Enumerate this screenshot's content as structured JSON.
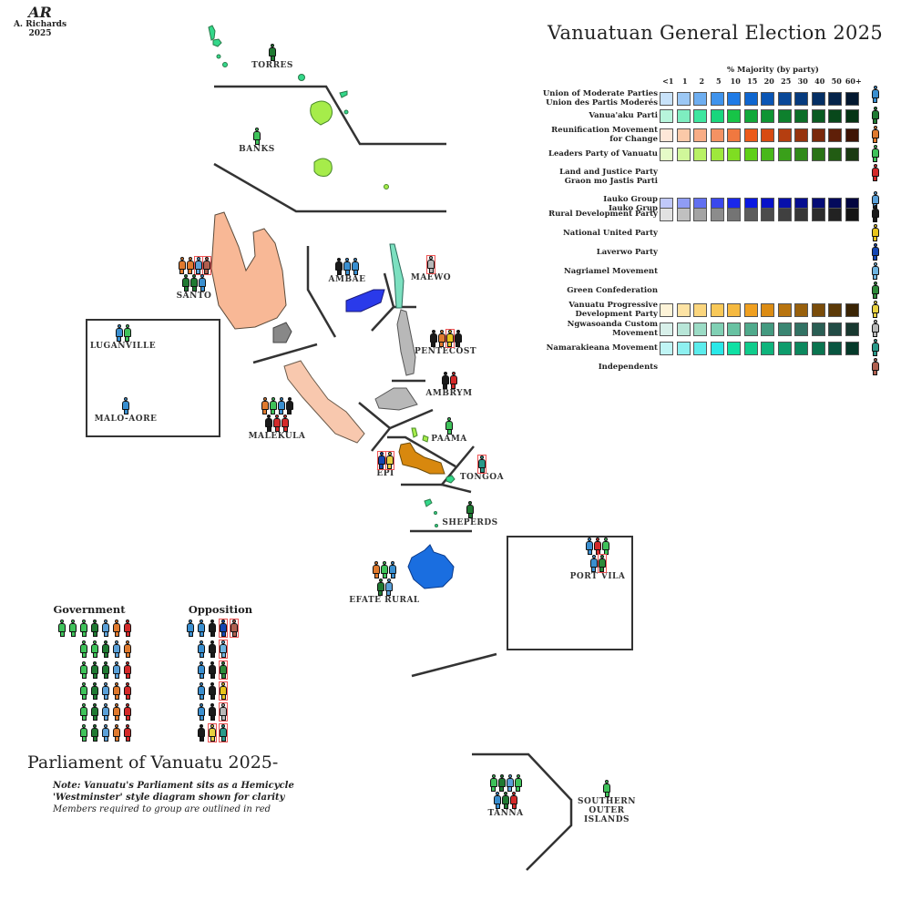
{
  "signature": {
    "monogram": "AR",
    "byline": "A. Richards 2025"
  },
  "title": "Vanuatuan General Election 2025",
  "legend": {
    "heading": "% Majority (by party)",
    "ticks": [
      "<1",
      "1",
      "2",
      "5",
      "10",
      "15",
      "20",
      "25",
      "30",
      "40",
      "50",
      "60+"
    ],
    "parties": [
      {
        "name": "Union of Moderate Parties",
        "alt": "Union des Partis Moderés",
        "color": "#3a8fd0",
        "ramp": [
          "#c8e2fa",
          "#9cc8f5",
          "#6eaef0",
          "#3f93ec",
          "#1f7be6",
          "#0f66cf",
          "#0b56b5",
          "#094898",
          "#073b7e",
          "#052f64",
          "#04234a",
          "#031830"
        ]
      },
      {
        "name": "Vanua'aku Parti",
        "alt": "",
        "color": "#1f7a32",
        "ramp": [
          "#b8f5dc",
          "#7eedc0",
          "#3fe6a0",
          "#19d67d",
          "#17c447",
          "#12a83a",
          "#0f9433",
          "#0e802d",
          "#0c6e28",
          "#0a5b22",
          "#08481b",
          "#053414"
        ]
      },
      {
        "name": "Reunification Movement for Change",
        "alt": "",
        "color": "#e07a2e",
        "ramp": [
          "#fde7d8",
          "#fbc9a8",
          "#f8ad86",
          "#f49263",
          "#f07840",
          "#ec5a1a",
          "#d74a12",
          "#b53e10",
          "#96330d",
          "#7a290b",
          "#5f1f08",
          "#3e1405"
        ]
      },
      {
        "name": "Leaders Party of Vanuatu",
        "alt": "",
        "color": "#3fc25a",
        "ramp": [
          "#e6fbc8",
          "#d0f79a",
          "#b8f165",
          "#9ee83c",
          "#7fdd22",
          "#5fcf18",
          "#48b81a",
          "#3aa01a",
          "#318a19",
          "#2a7316",
          "#225c13",
          "#1a3a12"
        ]
      },
      {
        "name": "Land and Justice Party",
        "alt": "Graon mo Jastis Parti",
        "color": "#d42a2a",
        "ramp": []
      },
      {
        "name": "Iauko Group",
        "alt": "Iauko Grup",
        "color": "#5aa0d8",
        "ramp": [
          "#c0c8fa",
          "#8f9cf5",
          "#6270f0",
          "#3a48ec",
          "#1a28ea",
          "#0a18e0",
          "#0812c8",
          "#0710aa",
          "#060e90",
          "#050c76",
          "#040a5c",
          "#030640"
        ]
      },
      {
        "name": "Rural Development Party",
        "alt": "",
        "color": "#1a1a1a",
        "ramp": [
          "#e2e2e2",
          "#c0c0c0",
          "#a4a4a4",
          "#8c8c8c",
          "#747474",
          "#5c5c5c",
          "#4c4c4c",
          "#404040",
          "#363636",
          "#2c2c2c",
          "#222222",
          "#141414"
        ]
      },
      {
        "name": "National United Party",
        "alt": "",
        "color": "#e8c41c",
        "ramp": []
      },
      {
        "name": "Laverwo Party",
        "alt": "",
        "color": "#1446b4",
        "ramp": []
      },
      {
        "name": "Nagriamel Movement",
        "alt": "",
        "color": "#6eb4e0",
        "ramp": []
      },
      {
        "name": "Green Confederation",
        "alt": "",
        "color": "#2e8a3a",
        "ramp": []
      },
      {
        "name": "Vanuatu Progressive Development Party",
        "alt": "",
        "color": "#e8d040",
        "ramp": [
          "#fdf3d8",
          "#fde3a4",
          "#fbd67e",
          "#f8c858",
          "#f5b940",
          "#f0a020",
          "#dc8c14",
          "#b8740f",
          "#98600c",
          "#7a4c0a",
          "#5c3a08",
          "#3a2405"
        ]
      },
      {
        "name": "Ngwasoanda Custom Movement",
        "alt": "",
        "color": "#b8b8b8",
        "ramp": [
          "#d8f0ea",
          "#b8e6d8",
          "#9cdcc6",
          "#80d0b4",
          "#68c2a2",
          "#50aa8c",
          "#449a80",
          "#3a8672",
          "#327264",
          "#2a5e54",
          "#224c46",
          "#183830"
        ]
      },
      {
        "name": "Namarakieana Movement",
        "alt": "",
        "color": "#2a9a8a",
        "ramp": [
          "#c0f5f5",
          "#8ef0f0",
          "#5cecec",
          "#2ae8e8",
          "#10e0a4",
          "#10cc8c",
          "#0fb47c",
          "#0e9c6c",
          "#0c885e",
          "#0a744f",
          "#085540",
          "#053a2a"
        ]
      },
      {
        "name": "Independents",
        "alt": "",
        "color": "#b06050",
        "ramp": []
      }
    ]
  },
  "constituencies": [
    {
      "name": "TORRES",
      "seats": [
        {
          "c": "#1f7a32"
        }
      ]
    },
    {
      "name": "BANKS",
      "seats": [
        {
          "c": "#3fc25a"
        }
      ]
    },
    {
      "name": "SANTO",
      "seats": [
        {
          "c": "#e07a2e"
        },
        {
          "c": "#e07a2e"
        },
        {
          "c": "#5aa0d8",
          "r": true
        },
        {
          "c": "#b06050",
          "r": true
        },
        {
          "c": "#1f7a32"
        },
        {
          "c": "#1f7a32"
        },
        {
          "c": "#3a8fd0"
        }
      ]
    },
    {
      "name": "AMBAE",
      "seats": [
        {
          "c": "#1a1a1a"
        },
        {
          "c": "#3a8fd0"
        },
        {
          "c": "#3a8fd0"
        }
      ]
    },
    {
      "name": "MAEWO",
      "seats": [
        {
          "c": "#b8b8b8",
          "r": true
        }
      ]
    },
    {
      "name": "LUGANVILLE",
      "seats": [
        {
          "c": "#3a8fd0"
        },
        {
          "c": "#3fc25a"
        }
      ]
    },
    {
      "name": "MALO-AORE",
      "seats": [
        {
          "c": "#3a8fd0"
        }
      ]
    },
    {
      "name": "PENTECOST",
      "seats": [
        {
          "c": "#1a1a1a"
        },
        {
          "c": "#e07a2e"
        },
        {
          "c": "#e8c41c",
          "r": true
        },
        {
          "c": "#1a1a1a"
        }
      ]
    },
    {
      "name": "AMBRYM",
      "seats": [
        {
          "c": "#1a1a1a"
        },
        {
          "c": "#d42a2a"
        }
      ]
    },
    {
      "name": "MALEKULA",
      "seats": [
        {
          "c": "#e07a2e"
        },
        {
          "c": "#3fc25a"
        },
        {
          "c": "#3a8fd0"
        },
        {
          "c": "#1a1a1a"
        },
        {
          "c": "#1a1a1a"
        },
        {
          "c": "#d42a2a"
        },
        {
          "c": "#d42a2a"
        }
      ]
    },
    {
      "name": "PAAMA",
      "seats": [
        {
          "c": "#3fc25a"
        }
      ]
    },
    {
      "name": "EPI",
      "seats": [
        {
          "c": "#1446b4",
          "r": true
        },
        {
          "c": "#e8d040",
          "r": true
        }
      ]
    },
    {
      "name": "TONGOA",
      "seats": [
        {
          "c": "#2a9a8a",
          "r": true
        }
      ]
    },
    {
      "name": "SHEPERDS",
      "seats": [
        {
          "c": "#1f7a32"
        }
      ]
    },
    {
      "name": "EFATE RURAL",
      "seats": [
        {
          "c": "#e07a2e"
        },
        {
          "c": "#3fc25a"
        },
        {
          "c": "#3a8fd0"
        },
        {
          "c": "#1f7a32"
        },
        {
          "c": "#5aa0d8"
        }
      ]
    },
    {
      "name": "PORT VILA",
      "seats": [
        {
          "c": "#3a8fd0"
        },
        {
          "c": "#d42a2a"
        },
        {
          "c": "#3fc25a"
        },
        {
          "c": "#3a8fd0"
        },
        {
          "c": "#2e8a3a",
          "r": true
        }
      ]
    },
    {
      "name": "TANNA",
      "seats": [
        {
          "c": "#3fc25a"
        },
        {
          "c": "#1f7a32"
        },
        {
          "c": "#5aa0d8"
        },
        {
          "c": "#3fc25a"
        },
        {
          "c": "#3a8fd0"
        },
        {
          "c": "#1f7a32"
        },
        {
          "c": "#d42a2a"
        }
      ]
    },
    {
      "name": "SOUTHERN OUTER ISLANDS",
      "seats": [
        {
          "c": "#3fc25a"
        }
      ]
    }
  ],
  "parliament": {
    "title": "Parliament of Vanuatu 2025-",
    "notes": [
      "Note: Vanuatu's Parliament sits as a Hemicycle",
      "'Westminster' style diagram shown for clarity",
      "Members required to group are outlined in red"
    ],
    "government_label": "Government",
    "opposition_label": "Opposition",
    "government_rows": [
      [
        {
          "c": "#3fc25a"
        },
        {
          "c": "#3fc25a"
        },
        {
          "c": "#3fc25a"
        },
        {
          "c": "#1f7a32"
        },
        {
          "c": "#5aa0d8"
        },
        {
          "c": "#e07a2e"
        },
        {
          "c": "#d42a2a"
        }
      ],
      [
        {
          "c": "#3fc25a"
        },
        {
          "c": "#3fc25a"
        },
        {
          "c": "#1f7a32"
        },
        {
          "c": "#5aa0d8"
        },
        {
          "c": "#e07a2e"
        }
      ],
      [
        {
          "c": "#3fc25a"
        },
        {
          "c": "#1f7a32"
        },
        {
          "c": "#1f7a32"
        },
        {
          "c": "#5aa0d8"
        },
        {
          "c": "#d42a2a"
        }
      ],
      [
        {
          "c": "#3fc25a"
        },
        {
          "c": "#1f7a32"
        },
        {
          "c": "#5aa0d8"
        },
        {
          "c": "#e07a2e"
        },
        {
          "c": "#d42a2a"
        }
      ],
      [
        {
          "c": "#3fc25a"
        },
        {
          "c": "#1f7a32"
        },
        {
          "c": "#5aa0d8"
        },
        {
          "c": "#e07a2e"
        },
        {
          "c": "#d42a2a"
        }
      ],
      [
        {
          "c": "#3fc25a"
        },
        {
          "c": "#1f7a32"
        },
        {
          "c": "#5aa0d8"
        },
        {
          "c": "#e07a2e"
        },
        {
          "c": "#d42a2a"
        }
      ]
    ],
    "opposition_rows": [
      [
        {
          "c": "#3a8fd0"
        },
        {
          "c": "#3a8fd0"
        },
        {
          "c": "#1a1a1a"
        },
        {
          "c": "#1446b4",
          "r": true
        },
        {
          "c": "#b06050",
          "r": true
        }
      ],
      [
        {
          "c": "#3a8fd0"
        },
        {
          "c": "#1a1a1a"
        },
        {
          "c": "#6eb4e0",
          "r": true
        }
      ],
      [
        {
          "c": "#3a8fd0"
        },
        {
          "c": "#1a1a1a"
        },
        {
          "c": "#2e8a3a",
          "r": true
        }
      ],
      [
        {
          "c": "#3a8fd0"
        },
        {
          "c": "#1a1a1a"
        },
        {
          "c": "#e8c41c",
          "r": true
        }
      ],
      [
        {
          "c": "#3a8fd0"
        },
        {
          "c": "#1a1a1a"
        },
        {
          "c": "#b8b8b8",
          "r": true
        }
      ],
      [
        {
          "c": "#1a1a1a"
        },
        {
          "c": "#e8d040",
          "r": true
        },
        {
          "c": "#2a9a8a",
          "r": true
        }
      ]
    ]
  }
}
